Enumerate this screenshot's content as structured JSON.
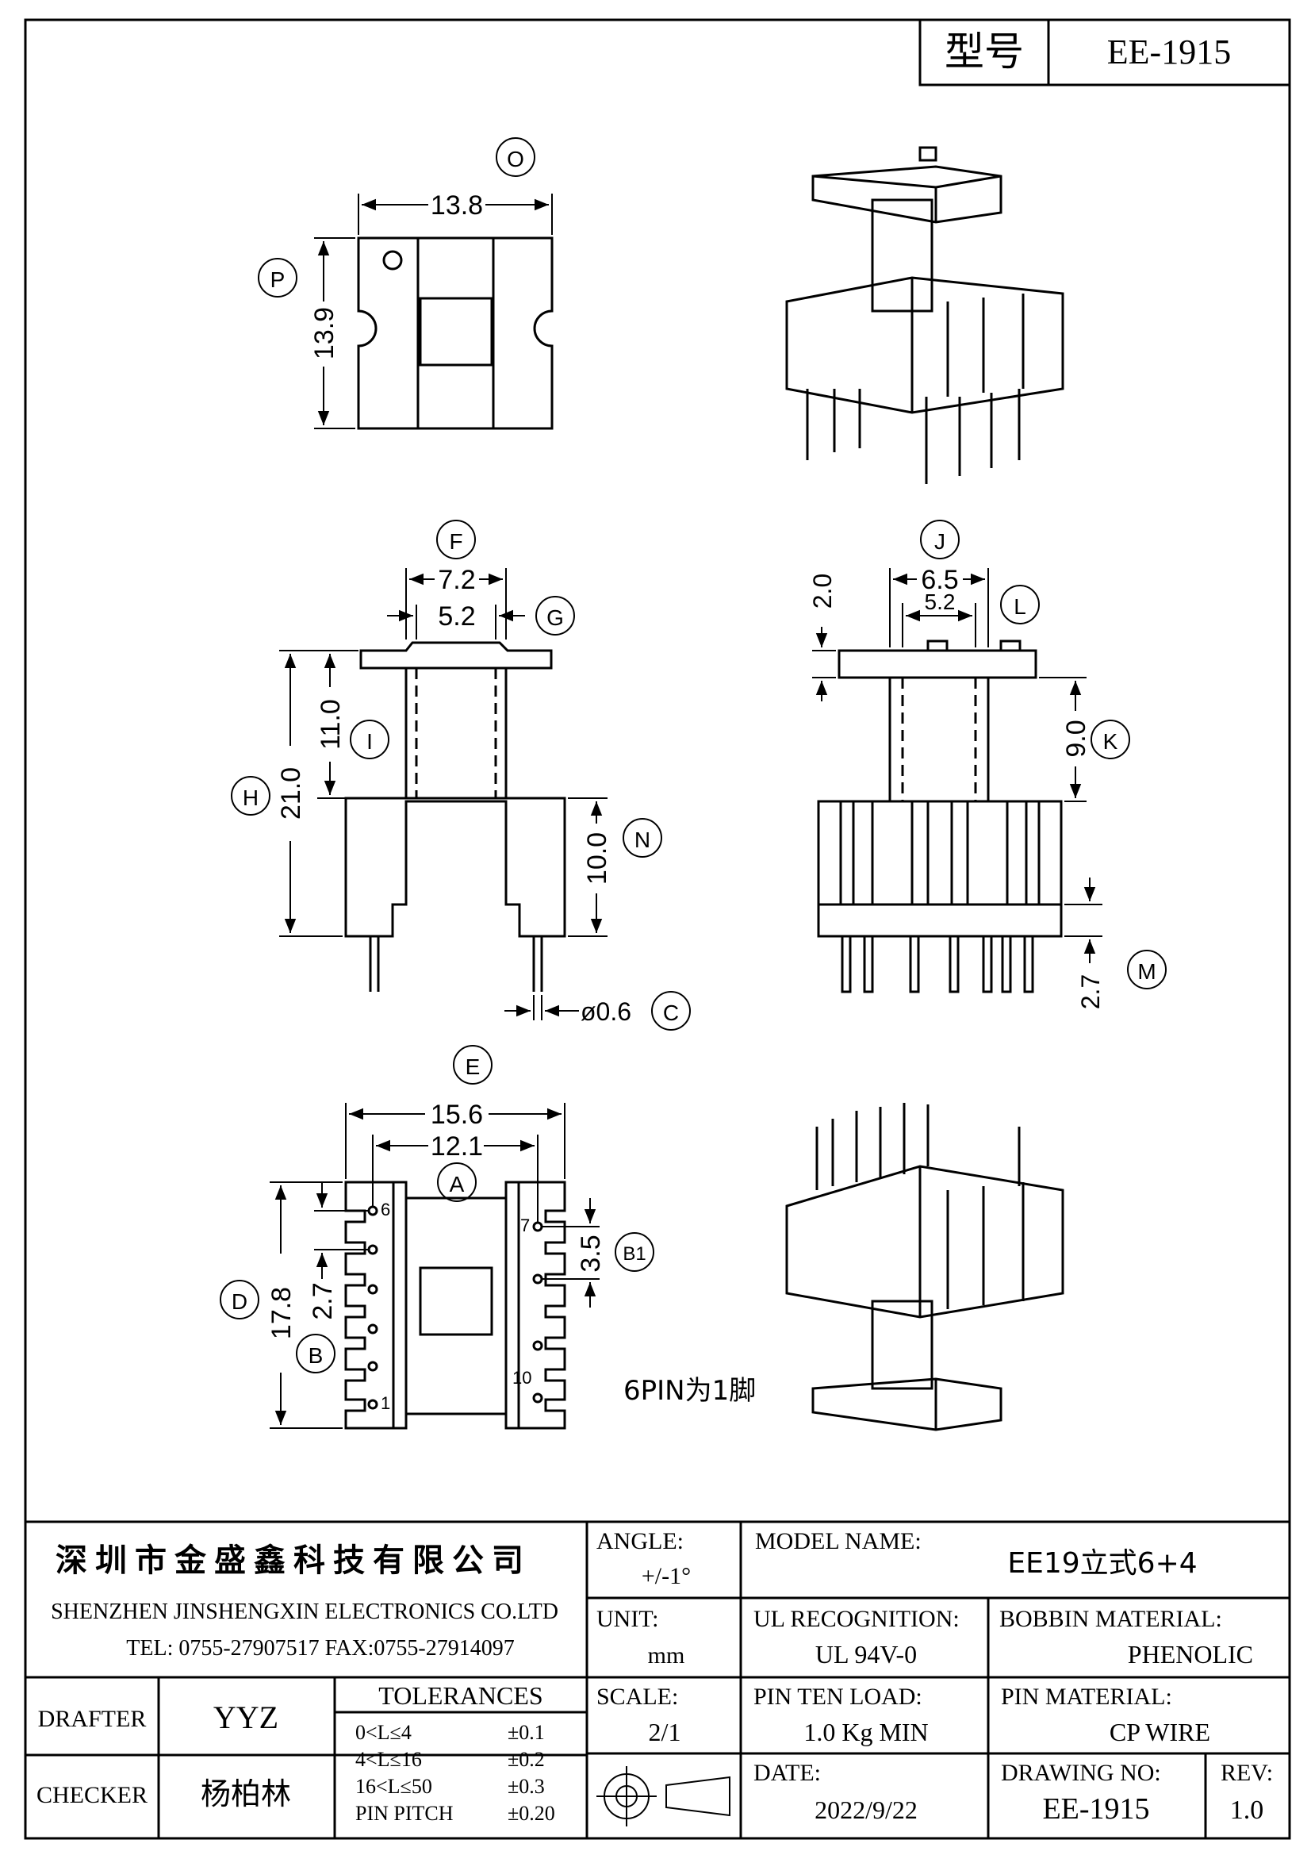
{
  "model_box": {
    "label": "型号",
    "value": "EE-1915"
  },
  "dimensions": {
    "width_top": "13.8",
    "height_top": "13.9",
    "front_f": "7.2",
    "front_g": "5.2",
    "front_h": "21.0",
    "front_i": "11.0",
    "front_n": "10.0",
    "pin_dia": "ø0.6",
    "side_j": "6.5",
    "side_l": "5.2",
    "side_top": "2.0",
    "side_k": "9.0",
    "side_m": "2.7",
    "bottom_e": "15.6",
    "bottom_a": "12.1",
    "bottom_d": "17.8",
    "bottom_b": "2.7",
    "bottom_b1": "3.5"
  },
  "markers": {
    "O": "O",
    "P": "P",
    "F": "F",
    "G": "G",
    "H": "H",
    "I": "I",
    "N": "N",
    "C": "C",
    "J": "J",
    "L": "L",
    "K": "K",
    "M": "M",
    "E": "E",
    "A": "A",
    "D": "D",
    "B": "B",
    "B1": "B1"
  },
  "pin_numbers": {
    "p6": "6",
    "p1": "1",
    "p7": "7",
    "p10": "10"
  },
  "pin_note": "6PIN为1脚",
  "title_block": {
    "company_cn": "深圳市金盛鑫科技有限公司",
    "company_en": "SHENZHEN JINSHENGXIN ELECTRONICS CO.LTD",
    "contact": "TEL: 0755-27907517   FAX:0755-27914097",
    "angle_label": "ANGLE:",
    "angle_value": "+/-1°",
    "model_name_label": "MODEL NAME:",
    "model_name_value": "EE19立式6+4",
    "unit_label": "UNIT:",
    "unit_value": "mm",
    "ul_label": "UL RECOGNITION:",
    "ul_value": "UL 94V-0",
    "bobbin_label": "BOBBIN MATERIAL:",
    "bobbin_value": "PHENOLIC",
    "drafter_label": "DRAFTER",
    "drafter_value": "YYZ",
    "tolerances_label": "TOLERANCES",
    "tolerances": [
      {
        "range": "0<L≤4",
        "value": "±0.1"
      },
      {
        "range": "4<L≤16",
        "value": "±0.2"
      },
      {
        "range": "16<L≤50",
        "value": "±0.3"
      },
      {
        "range": "PIN PITCH",
        "value": "±0.20"
      }
    ],
    "scale_label": "SCALE:",
    "scale_value": "2/1",
    "pin_load_label": "PIN TEN LOAD:",
    "pin_load_value": "1.0 Kg MIN",
    "pin_material_label": "PIN MATERIAL:",
    "pin_material_value": "CP WIRE",
    "checker_label": "CHECKER",
    "checker_value": "杨柏林",
    "date_label": "DATE:",
    "date_value": "2022/9/22",
    "drawing_no_label": "DRAWING NO:",
    "drawing_no_value": "EE-1915",
    "rev_label": "REV:",
    "rev_value": "1.0"
  }
}
